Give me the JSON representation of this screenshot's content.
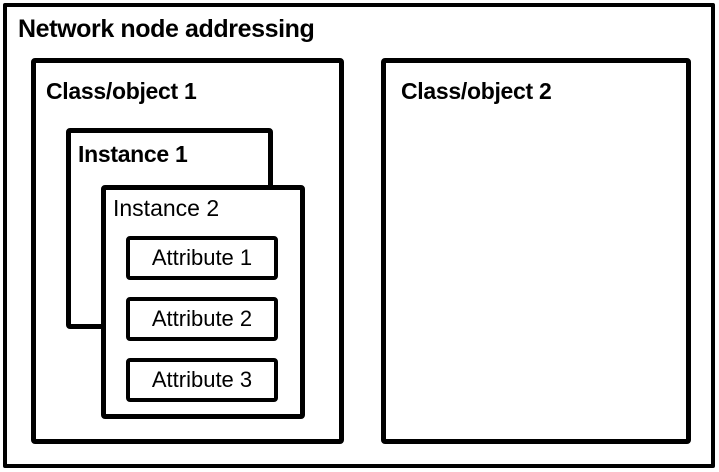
{
  "diagram": {
    "title": "Network node addressing",
    "classes": [
      {
        "label": "Class/object 1",
        "instances": [
          {
            "label": "Instance 1",
            "attributes": []
          },
          {
            "label": "Instance 2",
            "attributes": [
              {
                "label": "Attribute 1"
              },
              {
                "label": "Attribute 2"
              },
              {
                "label": "Attribute 3"
              }
            ]
          }
        ]
      },
      {
        "label": "Class/object 2",
        "instances": []
      }
    ],
    "colors": {
      "stroke": "#000000",
      "fill": "#ffffff",
      "text": "#000000"
    }
  }
}
